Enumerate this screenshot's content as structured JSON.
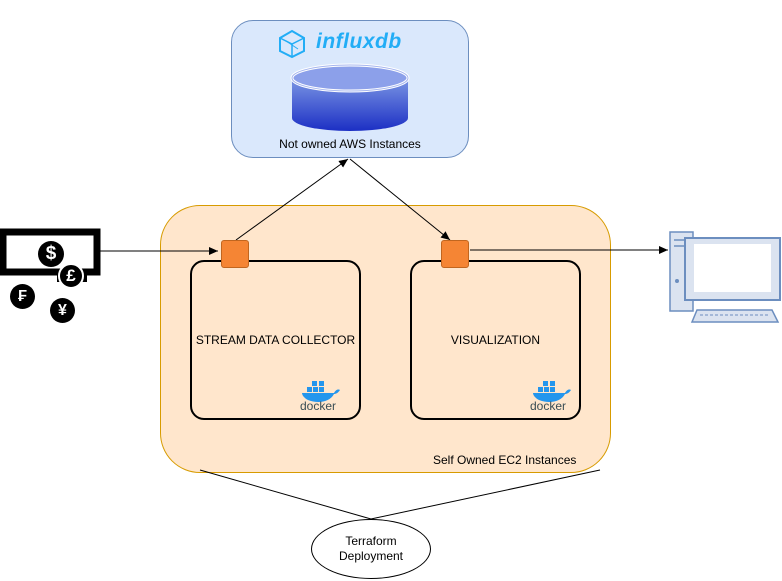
{
  "influx": {
    "logo_text": "influxdb",
    "caption": "Not owned AWS Instances"
  },
  "ec2": {
    "caption": "Self Owned EC2 Instances"
  },
  "collector": {
    "label": "STREAM DATA COLLECTOR",
    "docker_text": "docker"
  },
  "visualization": {
    "label": "VISUALIZATION",
    "docker_text": "docker"
  },
  "terraform": {
    "line1": "Terraform",
    "line2": "Deployment"
  },
  "currency": {
    "dollar": "$",
    "pound": "£",
    "franc": "₣",
    "yen": "¥"
  },
  "colors": {
    "influx_fill": "#dae8fc",
    "ec2_fill": "#ffe6cc",
    "port_fill": "#f58534",
    "monitor_fill": "#dbe3f0",
    "docker_blue": "#2496ed",
    "influx_blue": "#22adf6"
  }
}
